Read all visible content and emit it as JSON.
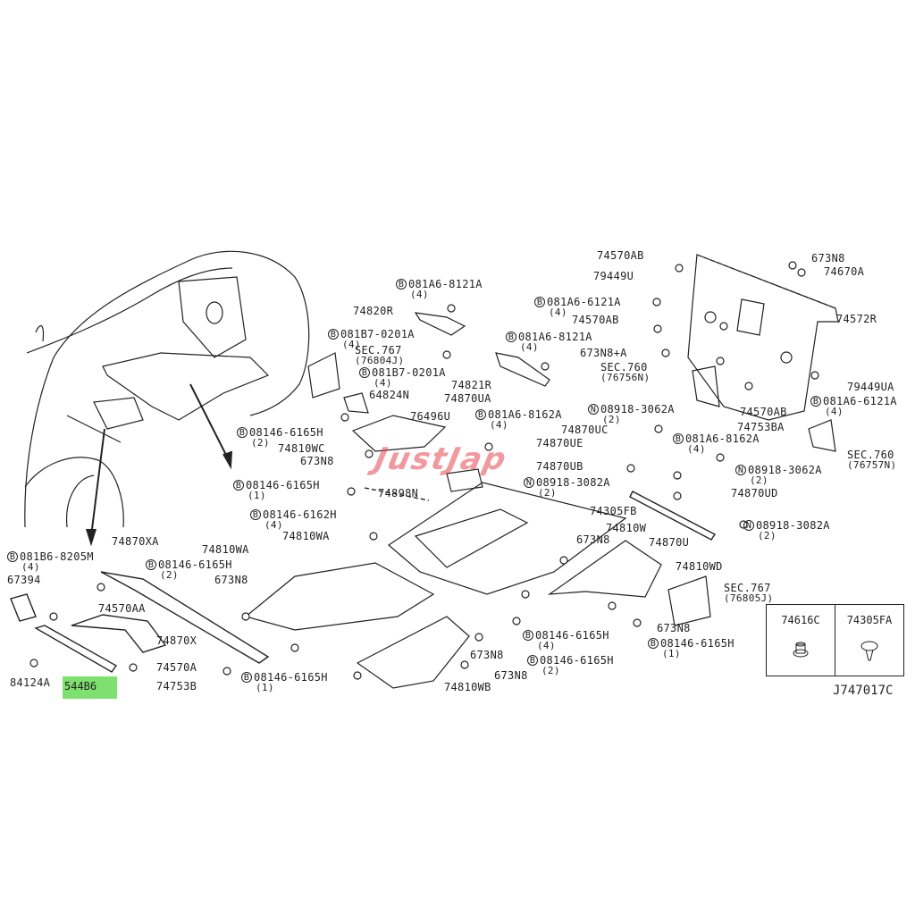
{
  "diagram_id": "J747017C",
  "watermark": "JustJap",
  "highlight_part": "544B6",
  "legend": [
    {
      "code": "74616C",
      "icon": "nut-icon"
    },
    {
      "code": "74305FA",
      "icon": "clip-icon"
    }
  ],
  "colors": {
    "line": "#222222",
    "highlight": "#7ee06e",
    "watermark": "#e64650"
  },
  "labels": [
    {
      "prefix": "B",
      "code": "081A6-8121A",
      "qty": "(4)"
    },
    {
      "code": "74820R"
    },
    {
      "prefix": "B",
      "code": "081B7-0201A",
      "qty": "(4)"
    },
    {
      "code": "SEC.767",
      "qty": "(76804J)"
    },
    {
      "prefix": "B",
      "code": "081B7-0201A",
      "qty": "(4)"
    },
    {
      "code": "64824N"
    },
    {
      "prefix": "B",
      "code": "08146-6165H",
      "qty": "(2)"
    },
    {
      "code": "74810WC"
    },
    {
      "code": "673N8"
    },
    {
      "prefix": "B",
      "code": "08146-6165H",
      "qty": "(1)"
    },
    {
      "prefix": "B",
      "code": "08146-6162H",
      "qty": "(4)"
    },
    {
      "code": "74810WA"
    },
    {
      "code": "74810WA"
    },
    {
      "code": "74821R"
    },
    {
      "code": "74870UA"
    },
    {
      "code": "76496U"
    },
    {
      "prefix": "B",
      "code": "081A6-8162A",
      "qty": "(4)"
    },
    {
      "prefix": "B",
      "code": "081A6-8121A",
      "qty": "(4)"
    },
    {
      "code": "74898N"
    },
    {
      "code": "74570AB"
    },
    {
      "code": "79449U"
    },
    {
      "prefix": "B",
      "code": "081A6-6121A",
      "qty": "(4)"
    },
    {
      "code": "74570AB"
    },
    {
      "code": "673N8+A"
    },
    {
      "code": "SEC.760",
      "qty": "(76756N)"
    },
    {
      "prefix": "N",
      "code": "08918-3062A",
      "qty": "(2)"
    },
    {
      "code": "74870UC"
    },
    {
      "code": "74870UE"
    },
    {
      "code": "74870UB"
    },
    {
      "prefix": "N",
      "code": "08918-3082A",
      "qty": "(2)"
    },
    {
      "code": "74305FB"
    },
    {
      "code": "74810W"
    },
    {
      "code": "673N8"
    },
    {
      "code": "74870U"
    },
    {
      "prefix": "B",
      "code": "081A6-8162A",
      "qty": "(4)"
    },
    {
      "prefix": "N",
      "code": "08918-3062A",
      "qty": "(2)"
    },
    {
      "code": "74870UD"
    },
    {
      "prefix": "N",
      "code": "08918-3082A",
      "qty": "(2)"
    },
    {
      "code": "673N8"
    },
    {
      "code": "74670A"
    },
    {
      "code": "74572R"
    },
    {
      "code": "79449UA"
    },
    {
      "prefix": "B",
      "code": "081A6-6121A",
      "qty": "(4)"
    },
    {
      "code": "74570AB"
    },
    {
      "code": "74753BA"
    },
    {
      "code": "SEC.760",
      "qty": "(76757N)"
    },
    {
      "code": "74810WD"
    },
    {
      "code": "SEC.767",
      "qty": "(76805J)"
    },
    {
      "code": "673N8"
    },
    {
      "prefix": "B",
      "code": "08146-6165H",
      "qty": "(1)"
    },
    {
      "prefix": "B",
      "code": "08146-6165H",
      "qty": "(4)"
    },
    {
      "code": "673N8"
    },
    {
      "prefix": "B",
      "code": "08146-6165H",
      "qty": "(2)"
    },
    {
      "code": "673N8"
    },
    {
      "code": "74810WB"
    },
    {
      "prefix": "B",
      "code": "08146-6165H",
      "qty": "(1)"
    },
    {
      "code": "74753B"
    },
    {
      "code": "74570A"
    },
    {
      "code": "74870X"
    },
    {
      "code": "74570AA"
    },
    {
      "prefix": "B",
      "code": "08146-6165H",
      "qty": "(2)"
    },
    {
      "code": "74870XA"
    },
    {
      "code": "673N8"
    },
    {
      "prefix": "B",
      "code": "081B6-8205M",
      "qty": "(4)"
    },
    {
      "code": "67394"
    },
    {
      "code": "84124A"
    }
  ]
}
